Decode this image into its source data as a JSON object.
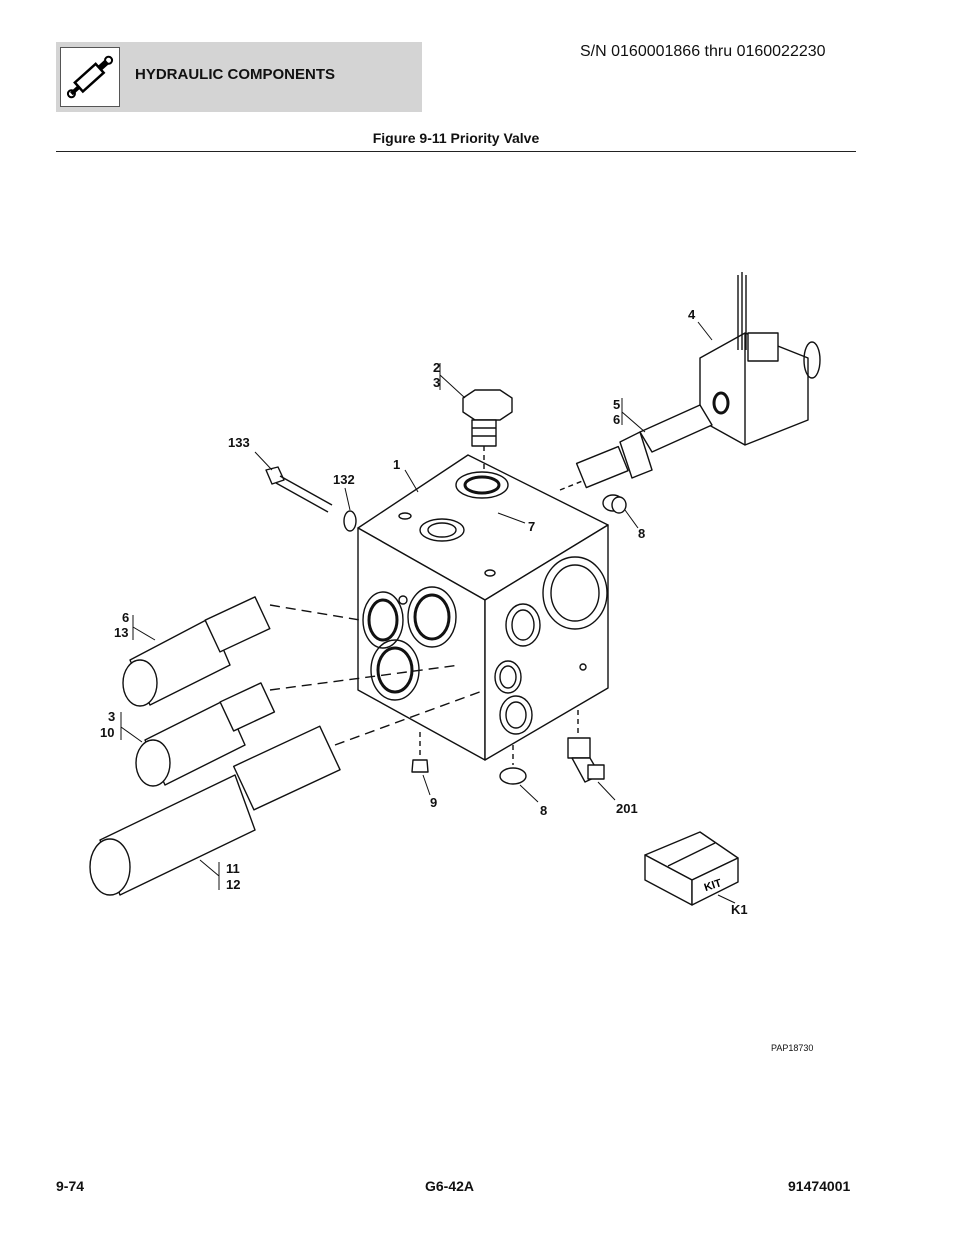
{
  "header": {
    "section_title": "HYDRAULIC COMPONENTS",
    "icon": "hydraulic-cylinder-icon",
    "serial_range": "S/N 0160001866 thru 0160022230"
  },
  "figure": {
    "title": "Figure 9-11 Priority Valve",
    "reference": "PAP18730",
    "kit_text": "KIT",
    "callouts": {
      "c1": "1",
      "c2_3": [
        "2",
        "3"
      ],
      "c4": "4",
      "c5_6": [
        "5",
        "6"
      ],
      "c7": "7",
      "c8_top": "8",
      "c8_bottom": "8",
      "c9": "9",
      "c6_13": [
        "6",
        "13"
      ],
      "c3_10": [
        "3",
        "10"
      ],
      "c11_12": [
        "11",
        "12"
      ],
      "c132": "132",
      "c133": "133",
      "c201": "201",
      "ck1": "K1"
    }
  },
  "footer": {
    "page": "9-74",
    "model": "G6-42A",
    "doc_number": "91474001"
  }
}
